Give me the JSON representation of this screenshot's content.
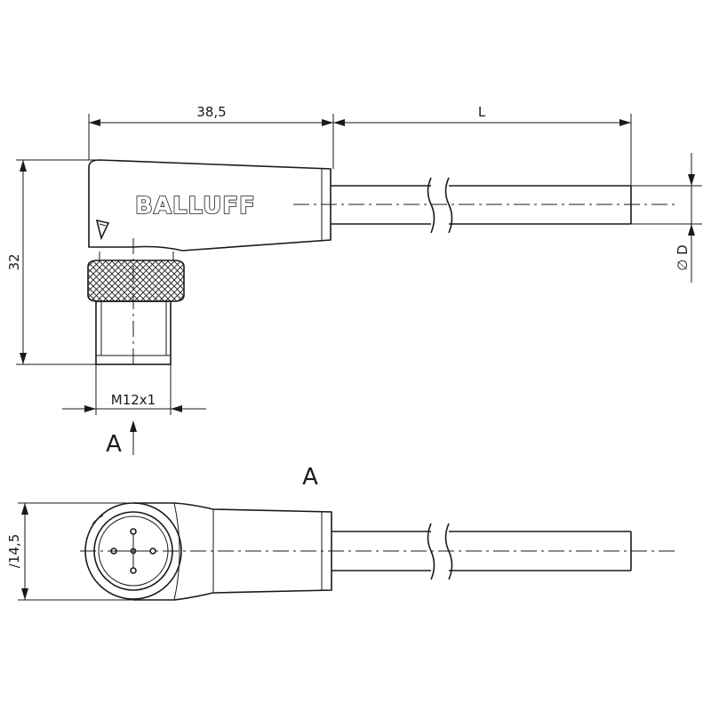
{
  "dimensions": {
    "body_length": "38,5",
    "cable_length": "L",
    "height": "32",
    "thread": "M12x1",
    "cable_diameter": "∅ D",
    "head_diameter": "∕14,5"
  },
  "labels": {
    "view_arrow": "A",
    "view_title": "A"
  },
  "brand": "BALLUFF",
  "colors": {
    "line": "#1a1a1a",
    "background": "#ffffff"
  }
}
